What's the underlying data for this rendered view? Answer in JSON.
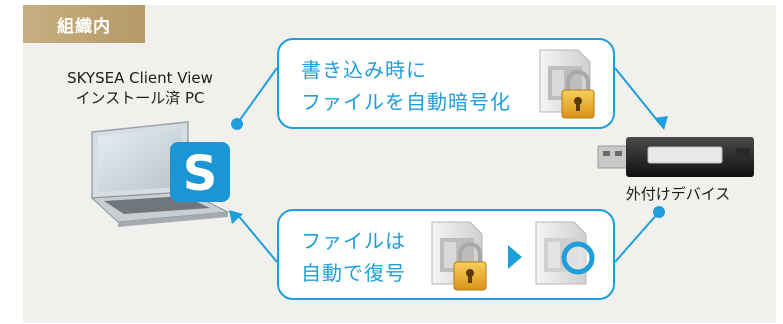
{
  "tab": {
    "label": "組織内"
  },
  "pc": {
    "line1": "SKYSEA Client View",
    "line2": "インストール済 PC"
  },
  "top_box": {
    "line1": "書き込み時に",
    "line2": "ファイルを自動暗号化"
  },
  "bottom_box": {
    "line1": "ファイルは",
    "line2": "自動で復号"
  },
  "device": {
    "label": "外付けデバイス"
  },
  "colors": {
    "accent": "#1e9fdb",
    "tab": "#bca171",
    "panel": "#f1f0ec",
    "lock": "#e4a624"
  },
  "icons": [
    "laptop-icon",
    "skysea-logo-icon",
    "usb-drive-icon",
    "encrypted-file-icon",
    "decrypted-file-icon",
    "arrow-right-icon"
  ]
}
